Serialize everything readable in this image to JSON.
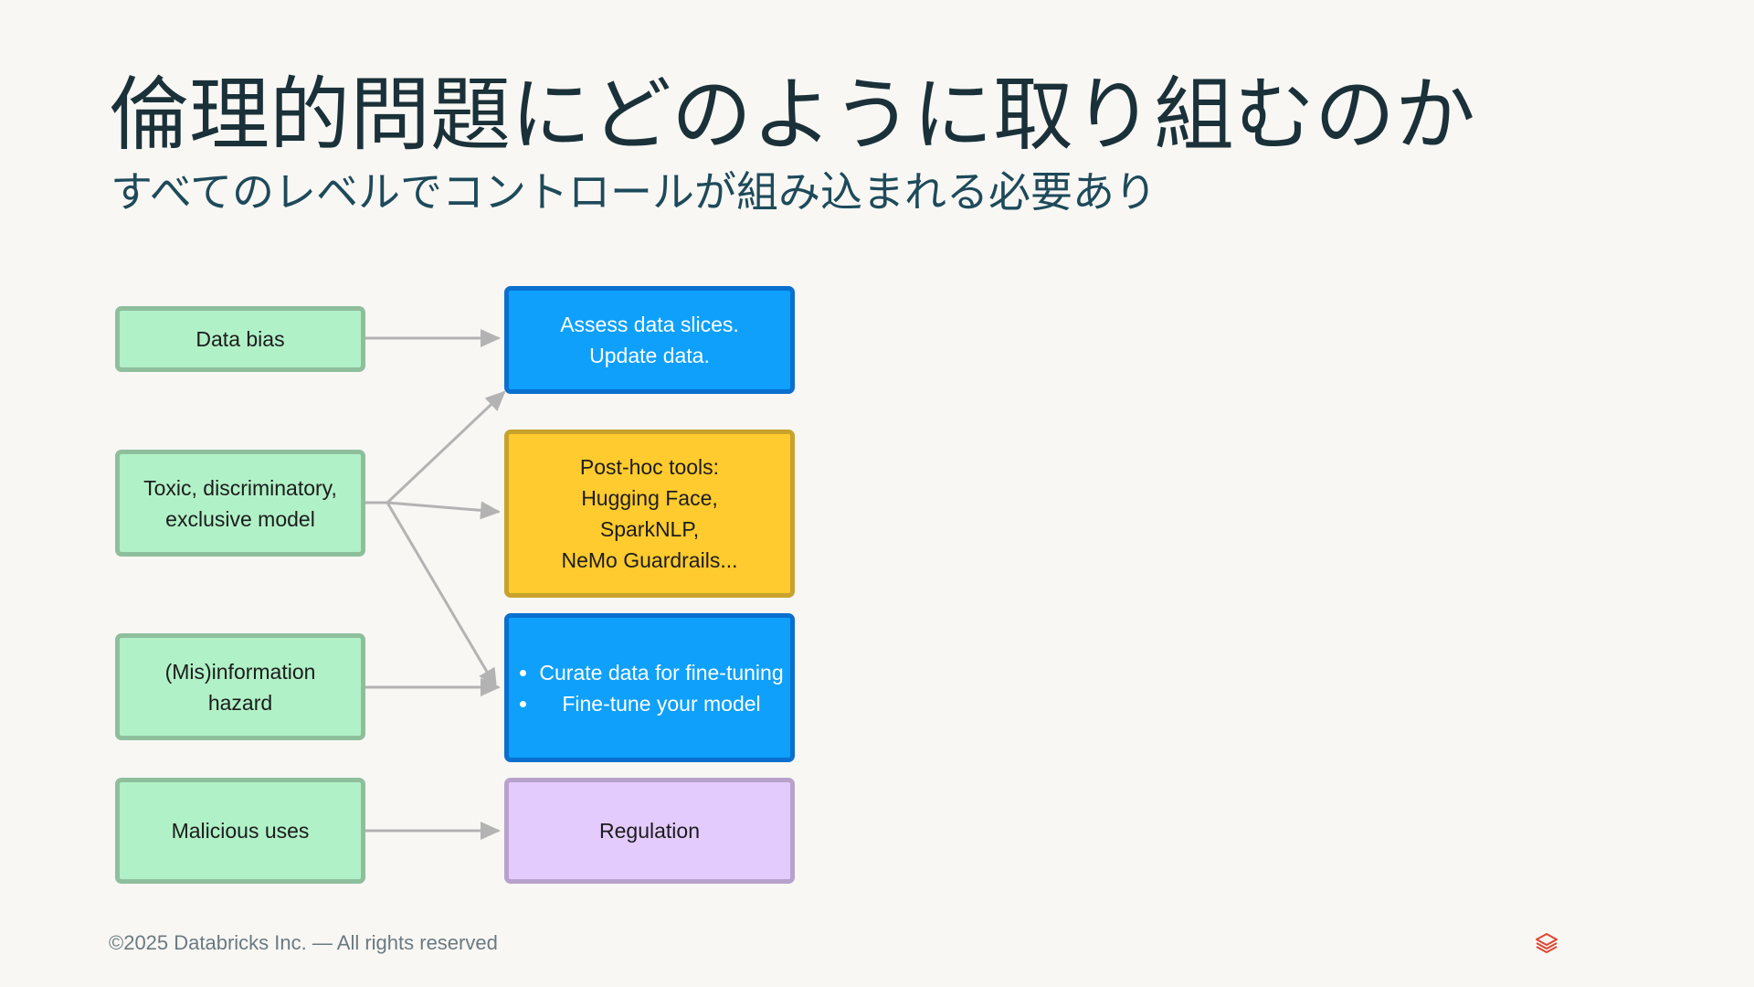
{
  "slide": {
    "title": "倫理的問題にどのように取り組むのか",
    "subtitle": "すべてのレベルでコントロールが組み込まれる必要あり"
  },
  "diagram": {
    "problems": [
      {
        "label": "Data bias"
      },
      {
        "label": "Toxic, discriminatory,\nexclusive model"
      },
      {
        "label": "(Mis)information\nhazard"
      },
      {
        "label": "Malicious uses"
      }
    ],
    "solutions": [
      {
        "label": "Assess data slices.\nUpdate data."
      },
      {
        "label": "Post-hoc tools:\nHugging Face,\nSparkNLP,\n NeMo Guardrails..."
      },
      {
        "bullets": [
          "Curate data for fine-tuning",
          "Fine-tune your model"
        ]
      },
      {
        "label": "Regulation"
      }
    ],
    "colors": {
      "problem_fill": "#b1f1c7",
      "blue_fill": "#0ea0fb",
      "yellow_fill": "#ffcb2e",
      "purple_fill": "#e4cbfd",
      "arrow": "#b3b3b3"
    }
  },
  "footer": {
    "copyright": "©2025 Databricks Inc. — All rights reserved",
    "logo_icon": "databricks-logo-icon"
  }
}
